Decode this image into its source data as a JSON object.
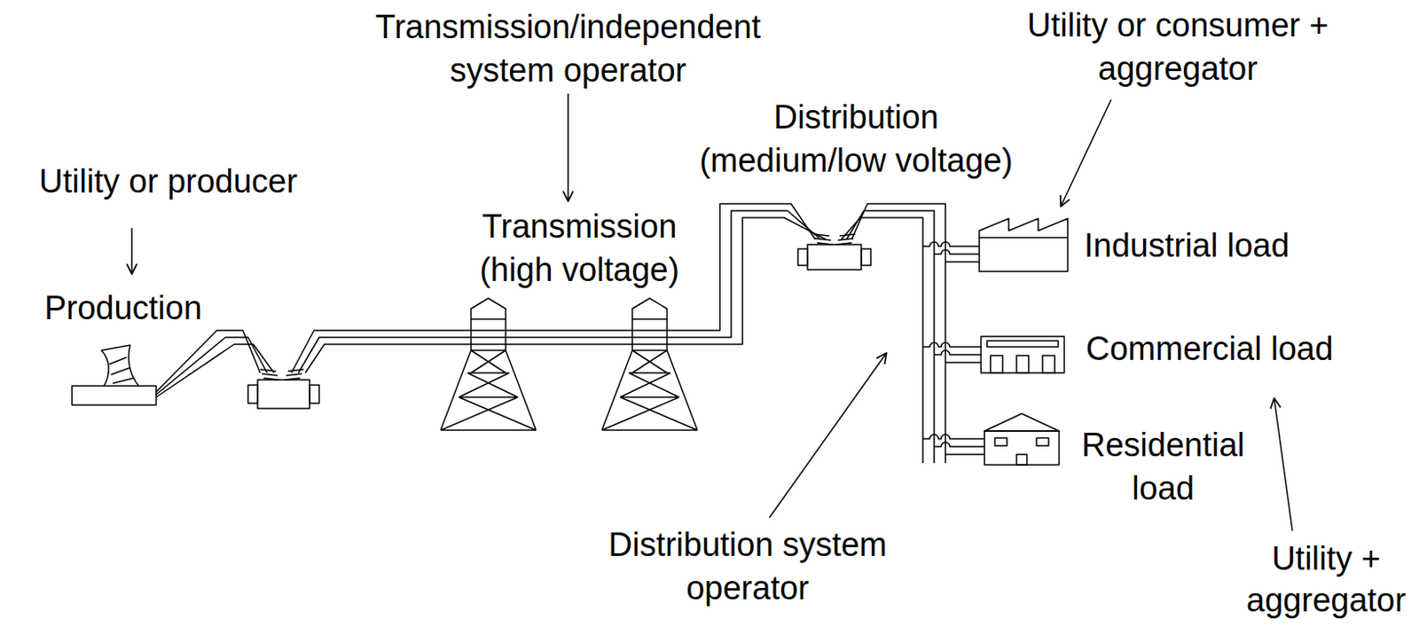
{
  "diagram": {
    "labels": [
      "Utility or producer",
      "Production",
      "Transmission/independent system operator",
      "Transmission (high voltage)",
      "Distribution (medium/low voltage)",
      "Utility or consumer + aggregator",
      "Industrial load",
      "Commercial load",
      "Residential load",
      "Distribution system operator",
      "Utility + aggregator"
    ]
  }
}
